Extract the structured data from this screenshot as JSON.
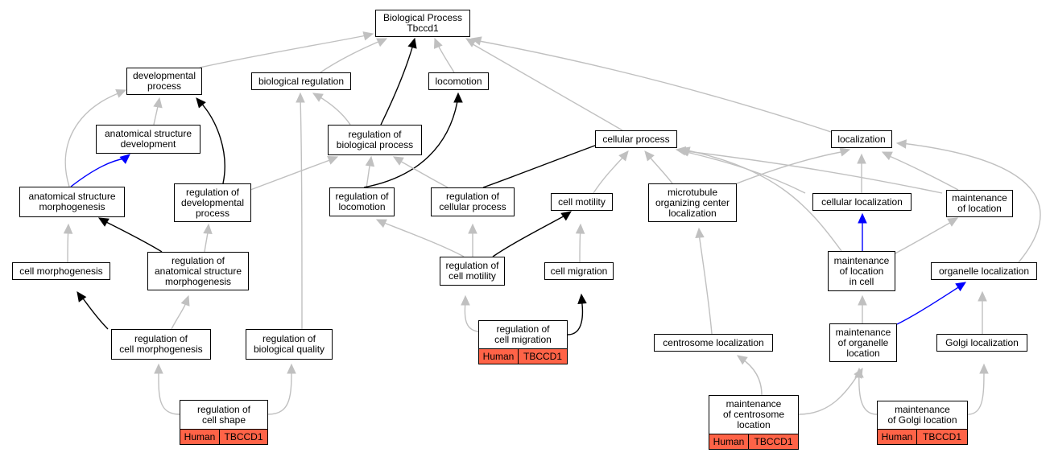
{
  "nodes": {
    "root": [
      "Biological Process",
      "Tbccd1"
    ],
    "dev_process": [
      "developmental",
      "process"
    ],
    "bio_reg": [
      "biological regulation"
    ],
    "locomotion": [
      "locomotion"
    ],
    "anat_dev": [
      "anatomical structure",
      "development"
    ],
    "reg_bio_proc": [
      "regulation of",
      "biological process"
    ],
    "cell_proc": [
      "cellular process"
    ],
    "localization": [
      "localization"
    ],
    "anat_morph": [
      "anatomical structure",
      "morphogenesis"
    ],
    "reg_dev_proc": [
      "regulation of",
      "developmental",
      "process"
    ],
    "reg_loco": [
      "regulation of",
      "locomotion"
    ],
    "reg_cell_proc": [
      "regulation of",
      "cellular process"
    ],
    "cell_motility": [
      "cell motility"
    ],
    "mtoc_loc": [
      "microtubule",
      "organizing center",
      "localization"
    ],
    "cell_loc": [
      "cellular localization"
    ],
    "maint_loc": [
      "maintenance",
      "of location"
    ],
    "cell_morph": [
      "cell morphogenesis"
    ],
    "reg_anat_morph": [
      "regulation of",
      "anatomical structure",
      "morphogenesis"
    ],
    "reg_cell_motility": [
      "regulation of",
      "cell motility"
    ],
    "cell_migration": [
      "cell migration"
    ],
    "maint_loc_cell": [
      "maintenance",
      "of location",
      "in cell"
    ],
    "organelle_loc": [
      "organelle localization"
    ],
    "reg_cell_morph": [
      "regulation of",
      "cell morphogenesis"
    ],
    "reg_bio_quality": [
      "regulation of",
      "biological quality"
    ],
    "reg_cell_migration": [
      "regulation of",
      "cell migration"
    ],
    "centrosome_loc": [
      "centrosome localization"
    ],
    "maint_org_loc": [
      "maintenance",
      "of organelle",
      "location"
    ],
    "golgi_loc": [
      "Golgi localization"
    ],
    "reg_cell_shape": [
      "regulation of",
      "cell shape"
    ],
    "maint_centrosome_loc": [
      "maintenance",
      "of centrosome",
      "location"
    ],
    "maint_golgi_loc": [
      "maintenance",
      "of Golgi location"
    ]
  },
  "gene_tags": {
    "reg_cell_migration": [
      "Human",
      "TBCCD1"
    ],
    "reg_cell_shape": [
      "Human",
      "TBCCD1"
    ],
    "maint_centrosome_loc": [
      "Human",
      "TBCCD1"
    ],
    "maint_golgi_loc": [
      "Human",
      "TBCCD1"
    ]
  },
  "colors": {
    "edge_default": "#c0c0c0",
    "edge_black": "#000000",
    "edge_blue": "#0000ff",
    "gene_fill": "#ff6347"
  }
}
